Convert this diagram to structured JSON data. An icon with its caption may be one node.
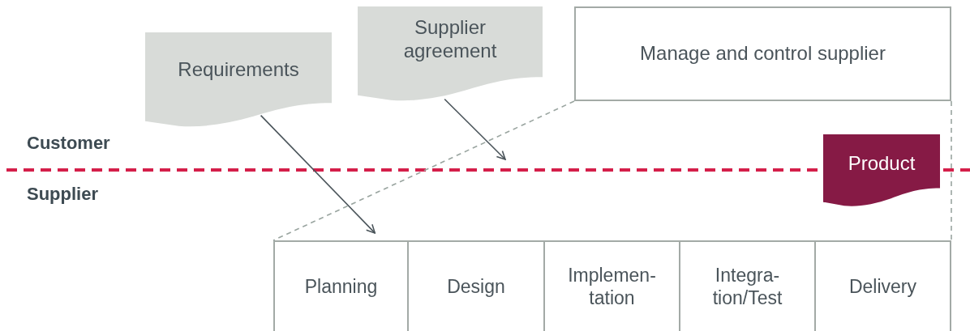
{
  "diagram": {
    "nodes": [
      {
        "text": [
          "Requirements"
        ]
      },
      {
        "text": [
          "Supplier agreement"
        ]
      },
      {
        "text": [
          "Manage and control supplier"
        ]
      },
      {
        "text": [
          "Product"
        ]
      },
      {
        "text": [
          "Planning"
        ]
      },
      {
        "text": [
          "Design"
        ]
      },
      {
        "text": [
          "Implemen- tation"
        ]
      },
      {
        "text": [
          "Integra- tion/Test"
        ]
      },
      {
        "text": [
          "Delivery"
        ]
      }
    ],
    "edges": [
      {
        "from": 0,
        "to": 4,
        "arrow": "to"
      },
      {
        "from": 1,
        "to": null,
        "arrow": "to"
      },
      {
        "from": 2,
        "to": 4,
        "arrow": "none",
        "style": "dashed",
        "color": "#9aa5a0"
      },
      {
        "from": 2,
        "to": 8,
        "arrow": "none",
        "style": "dashed",
        "color": "#9aa5a0"
      }
    ],
    "labels": [
      "Customer",
      "Supplier"
    ]
  }
}
